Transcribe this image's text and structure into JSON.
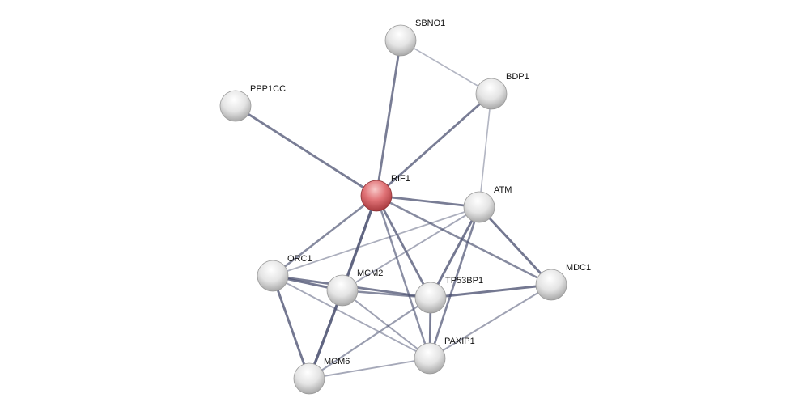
{
  "network": {
    "colors": {
      "query_node": "#d9585c",
      "node": "#e6e6e6",
      "edge": "#4a5070"
    },
    "nodes": [
      {
        "id": "SBNO1",
        "label": "SBNO1",
        "query": false
      },
      {
        "id": "BDP1",
        "label": "BDP1",
        "query": false
      },
      {
        "id": "PPP1CC",
        "label": "PPP1CC",
        "query": false
      },
      {
        "id": "RIF1",
        "label": "RIF1",
        "query": true
      },
      {
        "id": "ATM",
        "label": "ATM",
        "query": false
      },
      {
        "id": "ORC1",
        "label": "ORC1",
        "query": false
      },
      {
        "id": "MCM2",
        "label": "MCM2",
        "query": false
      },
      {
        "id": "TP53BP1",
        "label": "TP53BP1",
        "query": false
      },
      {
        "id": "MDC1",
        "label": "MDC1",
        "query": false
      },
      {
        "id": "PAXIP1",
        "label": "PAXIP1",
        "query": false
      },
      {
        "id": "MCM6",
        "label": "MCM6",
        "query": false
      }
    ],
    "edges": [
      {
        "source": "SBNO1",
        "target": "RIF1",
        "confidence": 0.7
      },
      {
        "source": "SBNO1",
        "target": "BDP1",
        "confidence": 0.25
      },
      {
        "source": "BDP1",
        "target": "RIF1",
        "confidence": 0.7
      },
      {
        "source": "BDP1",
        "target": "ATM",
        "confidence": 0.25
      },
      {
        "source": "PPP1CC",
        "target": "RIF1",
        "confidence": 0.7
      },
      {
        "source": "RIF1",
        "target": "ATM",
        "confidence": 0.7
      },
      {
        "source": "RIF1",
        "target": "MDC1",
        "confidence": 0.6
      },
      {
        "source": "RIF1",
        "target": "ORC1",
        "confidence": 0.6
      },
      {
        "source": "RIF1",
        "target": "MCM2",
        "confidence": 0.9
      },
      {
        "source": "RIF1",
        "target": "TP53BP1",
        "confidence": 0.7
      },
      {
        "source": "RIF1",
        "target": "PAXIP1",
        "confidence": 0.55
      },
      {
        "source": "ATM",
        "target": "ORC1",
        "confidence": 0.3
      },
      {
        "source": "ATM",
        "target": "MCM2",
        "confidence": 0.35
      },
      {
        "source": "ATM",
        "target": "TP53BP1",
        "confidence": 0.75
      },
      {
        "source": "ATM",
        "target": "PAXIP1",
        "confidence": 0.65
      },
      {
        "source": "ATM",
        "target": "MDC1",
        "confidence": 0.75
      },
      {
        "source": "MDC1",
        "target": "TP53BP1",
        "confidence": 0.75
      },
      {
        "source": "MDC1",
        "target": "PAXIP1",
        "confidence": 0.4
      },
      {
        "source": "ORC1",
        "target": "MCM2",
        "confidence": 0.75
      },
      {
        "source": "ORC1",
        "target": "TP53BP1",
        "confidence": 0.7
      },
      {
        "source": "ORC1",
        "target": "MCM6",
        "confidence": 0.75
      },
      {
        "source": "ORC1",
        "target": "PAXIP1",
        "confidence": 0.35
      },
      {
        "source": "MCM2",
        "target": "MCM6",
        "confidence": 0.9
      },
      {
        "source": "MCM2",
        "target": "TP53BP1",
        "confidence": 0.6
      },
      {
        "source": "MCM2",
        "target": "PAXIP1",
        "confidence": 0.4
      },
      {
        "source": "MCM6",
        "target": "TP53BP1",
        "confidence": 0.45
      },
      {
        "source": "MCM6",
        "target": "PAXIP1",
        "confidence": 0.35
      },
      {
        "source": "TP53BP1",
        "target": "PAXIP1",
        "confidence": 0.7
      }
    ]
  }
}
